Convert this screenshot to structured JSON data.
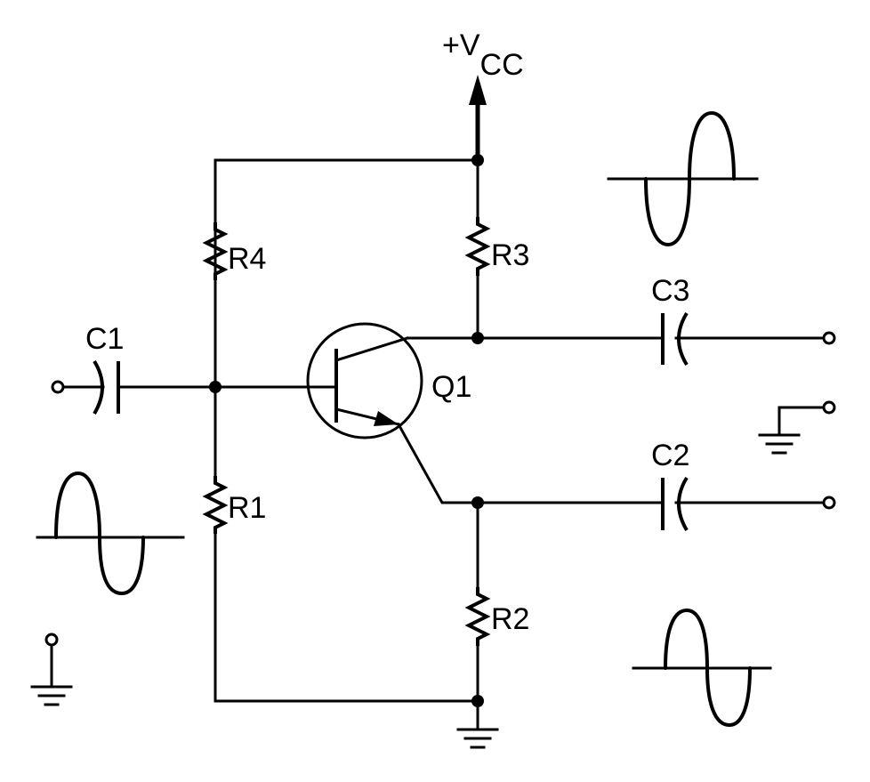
{
  "supply": {
    "prefix": "+V",
    "subscript": "CC"
  },
  "components": {
    "r1": "R1",
    "r2": "R2",
    "r3": "R3",
    "r4": "R4",
    "c1": "C1",
    "c2": "C2",
    "c3": "C3",
    "q1": "Q1"
  },
  "colors": {
    "line": "#000000",
    "background": "#ffffff"
  }
}
